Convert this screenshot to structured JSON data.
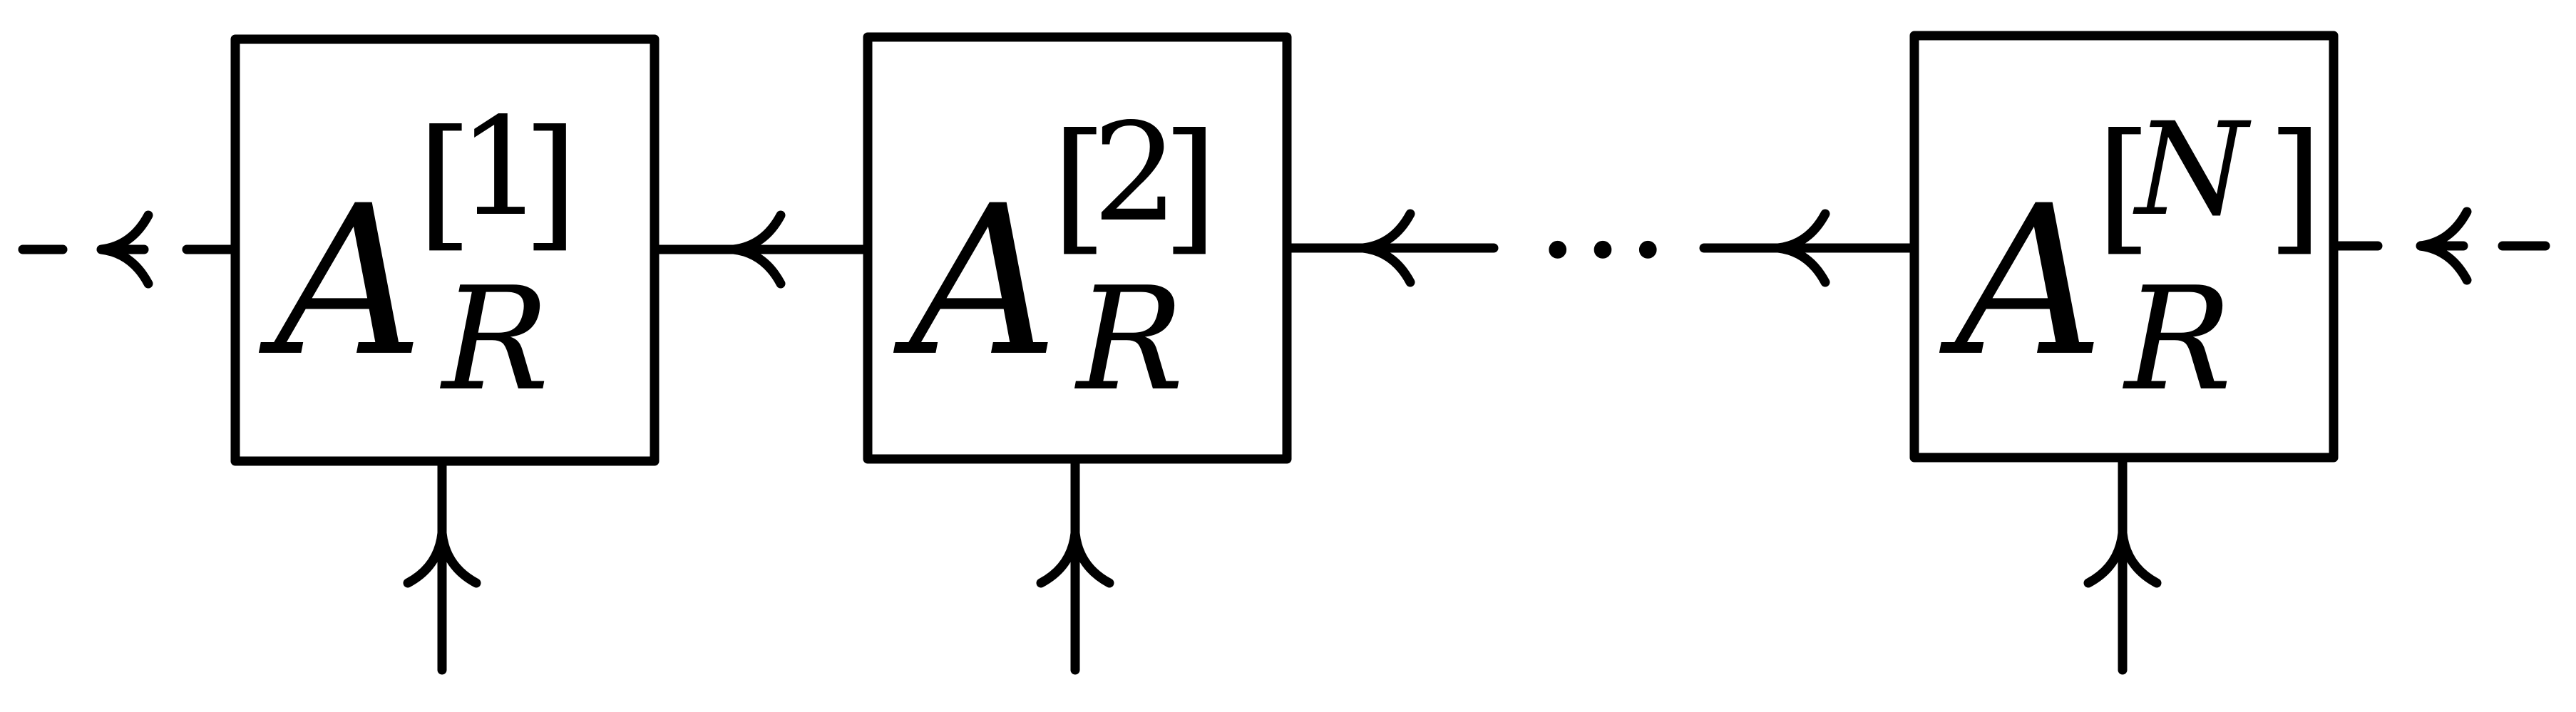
{
  "diagram": {
    "ellipsis": "…",
    "tensors": [
      {
        "base": "A",
        "superscript_index": "1",
        "subscript": "R"
      },
      {
        "base": "A",
        "superscript_index": "2",
        "subscript": "R"
      },
      {
        "base": "A",
        "superscript_index": "N",
        "subscript": "R"
      }
    ],
    "bracket_open": "[",
    "bracket_close": "]"
  }
}
